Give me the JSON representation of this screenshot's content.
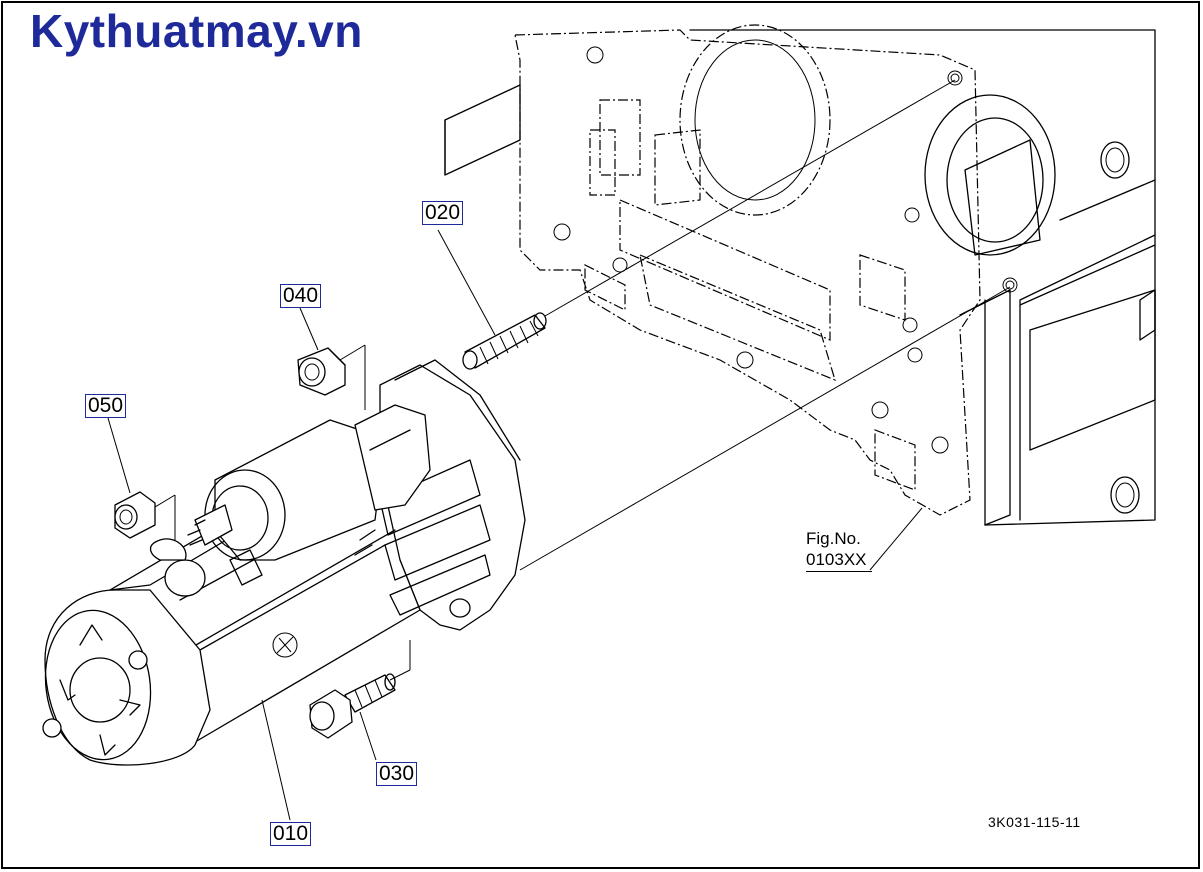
{
  "brand": {
    "text": "Kythuatmay.vn",
    "color": "#1e2a9a"
  },
  "callouts": {
    "p010": "010",
    "p020": "020",
    "p030": "030",
    "p040": "040",
    "p050": "050"
  },
  "fig_ref": {
    "label": "Fig.No.",
    "number": "0103XX"
  },
  "drawing_number": "3K031-115-11"
}
